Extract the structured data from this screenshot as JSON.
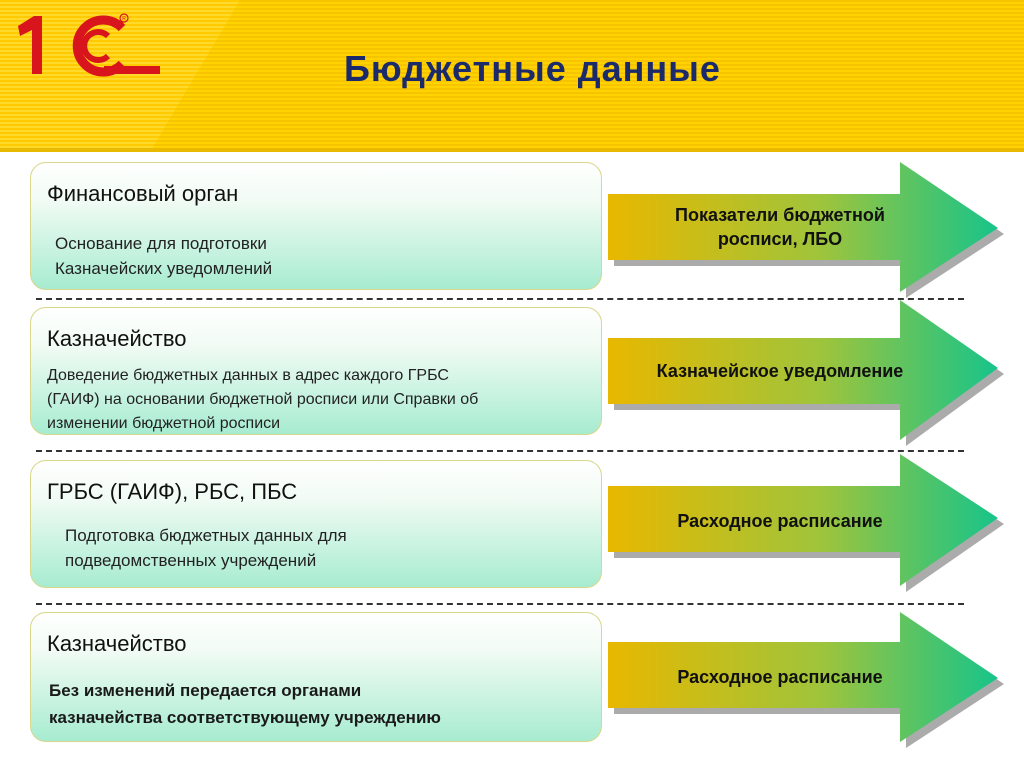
{
  "header": {
    "logo_text": "1С",
    "title": "Бюджетные данные"
  },
  "rows": [
    {
      "title": "Финансовый орган",
      "lines": [
        "Основание для подготовки",
        "Казначейских уведомлений"
      ],
      "arrow_lines": [
        "Показатели бюджетной",
        "росписи, ЛБО"
      ]
    },
    {
      "title": "Казначейство",
      "lines": [
        "Доведение бюджетных данных в адрес каждого ГРБС",
        "(ГАИФ) на основании бюджетной росписи или Справки об",
        "изменении бюджетной росписи"
      ],
      "arrow_lines": [
        "Казначейское уведомление"
      ]
    },
    {
      "title": "ГРБС (ГАИФ), РБС, ПБС",
      "lines": [
        "Подготовка бюджетных данных для",
        "подведомственных учреждений"
      ],
      "arrow_lines": [
        "Расходное расписание"
      ]
    },
    {
      "title": "Казначейство",
      "lines": [
        "Без изменений передается органами",
        "казначейства соответствующему учреждению"
      ],
      "arrow_lines": [
        "Расходное расписание"
      ]
    }
  ],
  "colors": {
    "title": "#1b2a6b",
    "arrow_start": "#e8b800",
    "arrow_end": "#17c48a",
    "logo": "#d8141c"
  }
}
